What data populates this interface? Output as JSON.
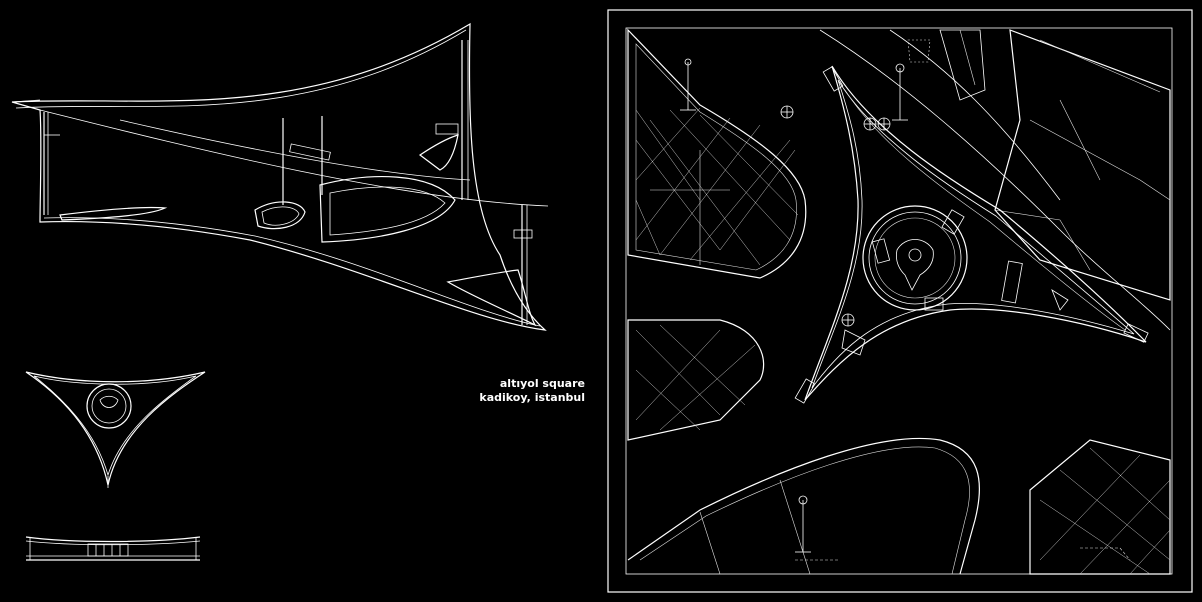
{
  "caption": {
    "line1": "altıyol square",
    "line2": "kadikoy, istanbul"
  },
  "colors": {
    "background": "#000000",
    "lines": "#ffffff"
  },
  "drawings": [
    "perspective-view",
    "small-plan",
    "section",
    "site-plan"
  ]
}
